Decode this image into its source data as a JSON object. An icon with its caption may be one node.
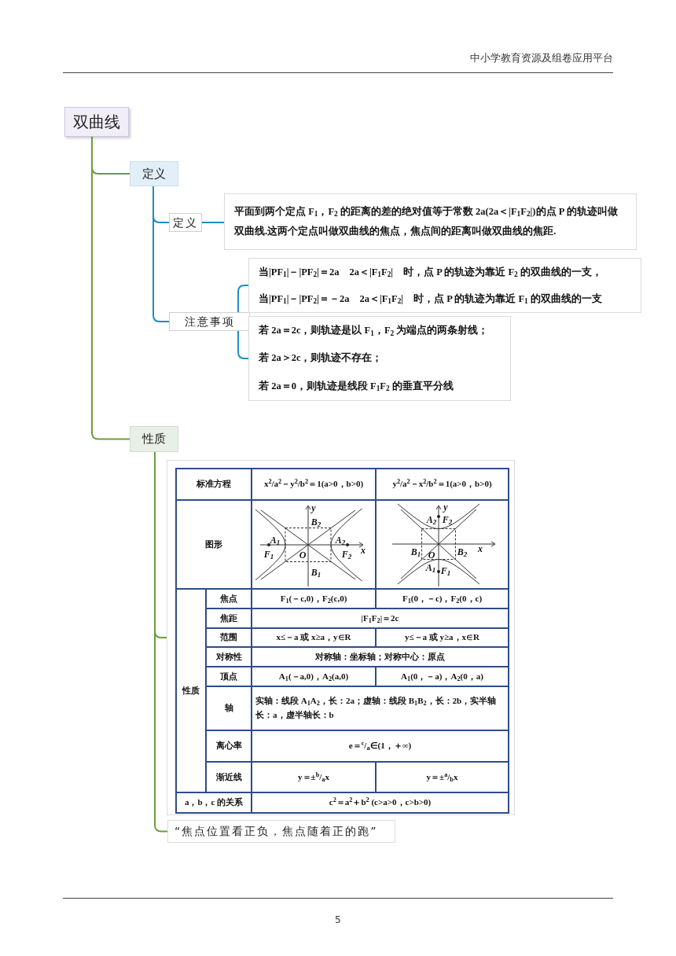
{
  "diagram": {
    "nodes": [
      {
        "text": [
          "双曲线"
        ]
      },
      {
        "text": [
          "定义"
        ]
      },
      {
        "text": [
          "定义"
        ]
      },
      {
        "text": [
          "平面到两个定点 F$_{1}$，F$_{2}$ 的距离的差的绝对值等于常数 2a(2a＜|F$_{1}$F$_{2}$|)的点 P 的轨迹叫做双曲线.这两个定点叫做双曲线的焦点，焦点间的距离叫做双曲线的焦距."
        ]
      },
      {
        "text": [
          "注意事项"
        ]
      },
      {
        "text": [
          "当|PF$_{1}$|－|PF$_{2}$|＝2a　2a＜|F$_{1}$F$_{2}$|　时，点 P 的轨迹为靠近 F$_{2}$ 的双曲线的一支，",
          "当|PF$_{1}$|－|PF$_{2}$|＝－2a　2a＜|F$_{1}$F$_{2}$|　时，点 P 的轨迹为靠近 F$_{1}$ 的双曲线的一支"
        ]
      },
      {
        "text": [
          "若 2a＝2c，则轨迹是以 F$_{1}$，F$_{2}$ 为端点的两条射线；",
          "若 2a＞2c，则轨迹不存在；",
          "若 2a＝0，则轨迹是线段 F$_{1}$F$_{2}$ 的垂直平分线"
        ]
      },
      {
        "text": [
          "性质"
        ]
      },
      {
        "text": [],
        "shape": "box"
      },
      {
        "text": [
          "“焦点位置看正负，焦点随着正的跑”"
        ]
      }
    ],
    "edges": [
      {
        "from": 0,
        "to": 1,
        "arrow": "none",
        "color": "#6b9e3c"
      },
      {
        "from": 1,
        "to": 2,
        "arrow": "none"
      },
      {
        "from": 2,
        "to": 3,
        "arrow": "none"
      },
      {
        "from": 1,
        "to": 4,
        "arrow": "none"
      },
      {
        "from": 4,
        "to": 5,
        "arrow": "none"
      },
      {
        "from": 4,
        "to": 6,
        "arrow": "none"
      },
      {
        "from": 0,
        "to": 7,
        "arrow": "none",
        "color": "#6b9e3c"
      },
      {
        "from": 7,
        "to": 8,
        "arrow": "none",
        "color": "#6b9e3c"
      },
      {
        "from": 7,
        "to": 9,
        "arrow": "none",
        "color": "#6b9e3c"
      }
    ],
    "labels": [
      "中小学教育资源及组卷应用平台",
      "标准方程",
      "x$^{2}$/a$^{2}$－y$^{2}$/b$^{2}$＝1(a>0，b>0)",
      "y$^{2}$/a$^{2}$－x$^{2}$/b$^{2}$＝1(a>0，b>0)",
      "图形",
      "y",
      "B$_{2}$",
      "A$_{1}$",
      "A$_{2}$",
      "F$_{1}$",
      "O",
      "F$_{2}$",
      "x",
      "B$_{1}$",
      "y",
      "A$_{2}$",
      "F$_{2}$",
      "B$_{1}$",
      "O",
      "B$_{2}$",
      "x",
      "A$_{1}$",
      "F$_{1}$",
      "性质",
      "焦点",
      "F$_{1}$(－c,0)，F$_{2}$(c,0)",
      "F$_{1}$(0，－c)，F$_{2}$(0，c)",
      "焦距",
      "|F$_{1}$F$_{2}$|＝2c",
      "范围",
      "x≤－a 或 x≥a，y∈R",
      "y≤－a 或 y≥a，x∈R",
      "对称性",
      "对称轴：坐标轴；对称中心：原点",
      "顶点",
      "A$_{1}$(－a,0)，A$_{2}$(a,0)",
      "A$_{1}$(0，－a)，A$_{2}$(0，a)",
      "轴",
      "实轴：线段 A$_{1}$A$_{2}$，长：2a；虚轴：线段 B$_{1}$B$_{2}$，长：2b，实半轴长：a，虚半轴长：b",
      "离心率",
      "e＝$^{c}$/$_{a}$∈(1，＋∞)",
      "渐近线",
      "y＝±$^{b}$/$_{a}$x",
      "y＝±$^{a}$/$_{b}$x",
      "a，b，c 的关系",
      "c$^{2}$＝a$^{2}$＋b$^{2}$ (c>a>0，c>b>0)",
      "5"
    ]
  }
}
